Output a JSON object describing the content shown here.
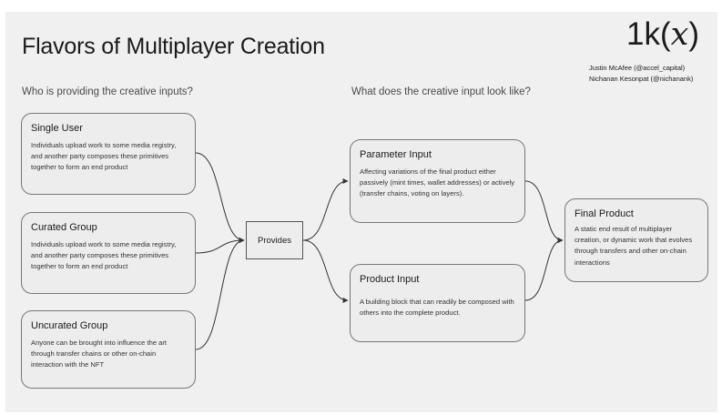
{
  "title": "Flavors of Multiplayer Creation",
  "logo": {
    "main": "1k",
    "paren_open": "(",
    "var": "x",
    "paren_close": ")"
  },
  "authors": [
    "Justin McAfee (@accel_capital)",
    "Nichanan Kesonpat (@nichanank)"
  ],
  "questions": {
    "left": "Who is providing the creative inputs?",
    "right": "What does the creative input look like?"
  },
  "sources": [
    {
      "title": "Single User",
      "desc": "Individuals upload work to some media registry, and another party composes these primitives together to form an end product"
    },
    {
      "title": "Curated Group",
      "desc": "Individuals upload work to some media registry, and another party composes these primitives together to form an end product"
    },
    {
      "title": "Uncurated Group",
      "desc": "Anyone can be brought into influence the art through transfer chains or other on-chain interaction with the NFT"
    }
  ],
  "hub": {
    "label": "Provides"
  },
  "inputs": [
    {
      "title": "Parameter Input",
      "desc": "Affecting variations of the final product either passively (mint times, wallet addresses) or actively (transfer chains, voting on layers)."
    },
    {
      "title": "Product Input",
      "desc": "A building block that can readily be composed with others into the complete product."
    }
  ],
  "output": {
    "title": "Final Product",
    "desc": "A static end result of multiplayer creation, or dynamic work that evolves through transfers and other on-chain interactions"
  },
  "colors": {
    "background": "#f0f0f0",
    "box_fill": "#ededed",
    "border": "#777777",
    "text": "#1a1a1a"
  }
}
